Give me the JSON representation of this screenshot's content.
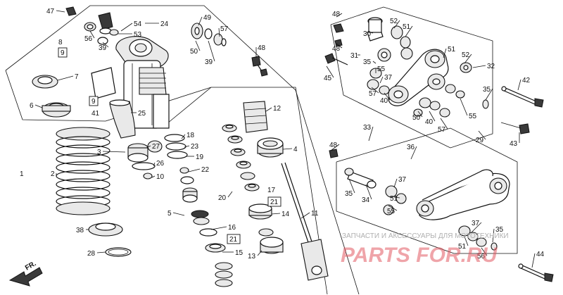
{
  "diagram": {
    "labels": [
      "47",
      "8",
      "9",
      "56",
      "39",
      "54",
      "53",
      "24",
      "49",
      "57",
      "50",
      "39",
      "48",
      "7",
      "6",
      "9",
      "41",
      "25",
      "27",
      "18",
      "23",
      "19",
      "22",
      "26",
      "10",
      "3",
      "12",
      "4",
      "2",
      "1",
      "5",
      "16",
      "21",
      "15",
      "17",
      "21",
      "14",
      "13",
      "11",
      "20",
      "38",
      "28",
      "48",
      "52",
      "51",
      "30",
      "48",
      "31",
      "35",
      "55",
      "37",
      "40",
      "57",
      "45",
      "51",
      "52",
      "32",
      "35",
      "55",
      "50",
      "40",
      "57",
      "29",
      "42",
      "43",
      "33",
      "36",
      "48",
      "35",
      "34",
      "37",
      "55",
      "51",
      "35",
      "37",
      "51",
      "56",
      "44"
    ],
    "boxed_labels": [
      "9",
      "9",
      "21",
      "21"
    ],
    "direction_label": "FR."
  },
  "watermark": {
    "text": "ЗАПЧАСТИ И АКСЕССУАРЫ ДЛЯ МОТОТЕХНИКИ",
    "logo": "PARTS FOR.RU"
  }
}
